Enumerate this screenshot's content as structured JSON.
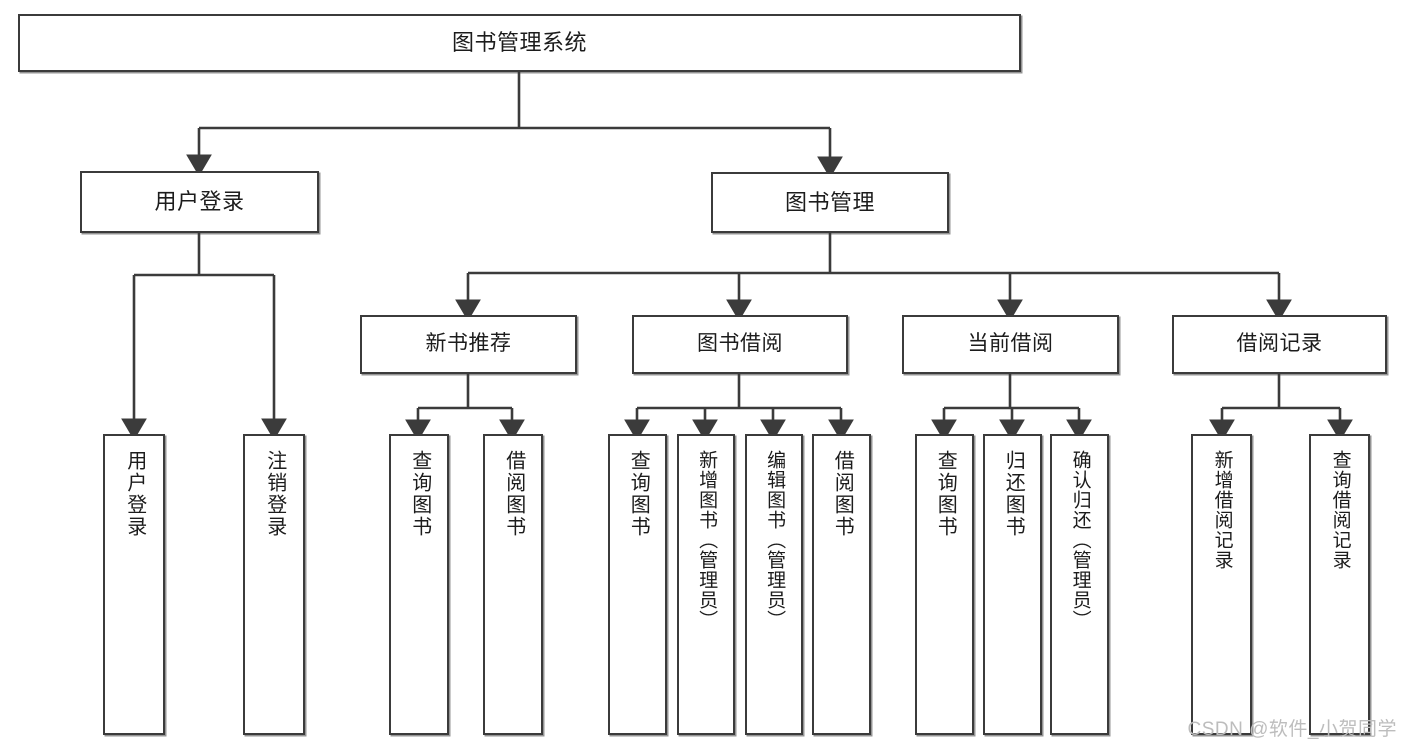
{
  "diagram": {
    "title": "图书管理系统",
    "type": "tree",
    "watermark": "CSDN @软件_小贺同学",
    "theme": {
      "background": "#ffffff",
      "box_fill": "#ffffff",
      "box_stroke": "#3b3b3b",
      "text_color": "#1c1c1c",
      "edge_color": "#3b3b3b",
      "watermark_color": "#bdbdbd"
    },
    "nodes": {
      "root": {
        "label": "图书管理系统"
      },
      "level1": [
        {
          "id": "user_login",
          "label": "用户登录"
        },
        {
          "id": "book_mgmt",
          "label": "图书管理"
        }
      ],
      "level2": [
        {
          "id": "new_book_rec",
          "label": "新书推荐",
          "parent": "book_mgmt"
        },
        {
          "id": "book_borrow",
          "label": "图书借阅",
          "parent": "book_mgmt"
        },
        {
          "id": "current_borrow",
          "label": "当前借阅",
          "parent": "book_mgmt"
        },
        {
          "id": "borrow_record",
          "label": "借阅记录",
          "parent": "book_mgmt"
        }
      ],
      "leaves": [
        {
          "id": "leaf_user_login",
          "label": "用户登录",
          "parent": "user_login"
        },
        {
          "id": "leaf_user_logout",
          "label": "注销登录",
          "parent": "user_login"
        },
        {
          "id": "leaf_query_book_1",
          "label": "查询图书",
          "parent": "new_book_rec"
        },
        {
          "id": "leaf_borrow_book_1",
          "label": "借阅图书",
          "parent": "new_book_rec"
        },
        {
          "id": "leaf_query_book_2",
          "label": "查询图书",
          "parent": "book_borrow"
        },
        {
          "id": "leaf_add_book",
          "label": "新增图书（管理员）",
          "parent": "book_borrow"
        },
        {
          "id": "leaf_edit_book",
          "label": "编辑图书（管理员）",
          "parent": "book_borrow"
        },
        {
          "id": "leaf_borrow_book_2",
          "label": "借阅图书",
          "parent": "book_borrow"
        },
        {
          "id": "leaf_query_book_3",
          "label": "查询图书",
          "parent": "current_borrow"
        },
        {
          "id": "leaf_return_book",
          "label": "归还图书",
          "parent": "current_borrow"
        },
        {
          "id": "leaf_confirm_return",
          "label": "确认归还（管理员）",
          "parent": "current_borrow"
        },
        {
          "id": "leaf_add_record",
          "label": "新增借阅记录",
          "parent": "borrow_record"
        },
        {
          "id": "leaf_query_record",
          "label": "查询借阅记录",
          "parent": "borrow_record"
        }
      ]
    }
  }
}
